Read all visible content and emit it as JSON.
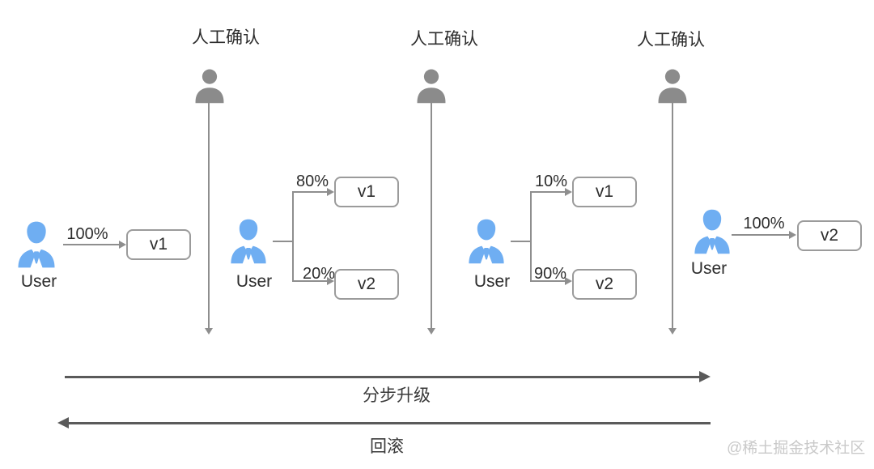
{
  "diagram": {
    "title_hint": "progressive-rollout-flow",
    "confirm_points": [
      {
        "label": "人工确认"
      },
      {
        "label": "人工确认"
      },
      {
        "label": "人工确认"
      }
    ],
    "stages": [
      {
        "name": "initial",
        "user_label": "User",
        "flows": [
          {
            "percent": "100%",
            "target": "v1"
          }
        ]
      },
      {
        "name": "canary-80-20",
        "user_label": "User",
        "flows": [
          {
            "percent": "80%",
            "target": "v1"
          },
          {
            "percent": "20%",
            "target": "v2"
          }
        ]
      },
      {
        "name": "canary-10-90",
        "user_label": "User",
        "flows": [
          {
            "percent": "10%",
            "target": "v1"
          },
          {
            "percent": "90%",
            "target": "v2"
          }
        ]
      },
      {
        "name": "final",
        "user_label": "User",
        "flows": [
          {
            "percent": "100%",
            "target": "v2"
          }
        ]
      }
    ],
    "bottom": {
      "upgrade_label": "分步升级",
      "rollback_label": "回滚"
    },
    "watermark": "@稀土掘金技术社区",
    "colors": {
      "user_icon": "#6FAEF2",
      "confirm_icon": "#8b8b8b",
      "connector_line": "#8e8e8e",
      "big_arrow": "#5a5a5a",
      "box_border": "#9b9b9b",
      "text": "#2d2d2d",
      "watermark": "#c9c9c9"
    }
  }
}
